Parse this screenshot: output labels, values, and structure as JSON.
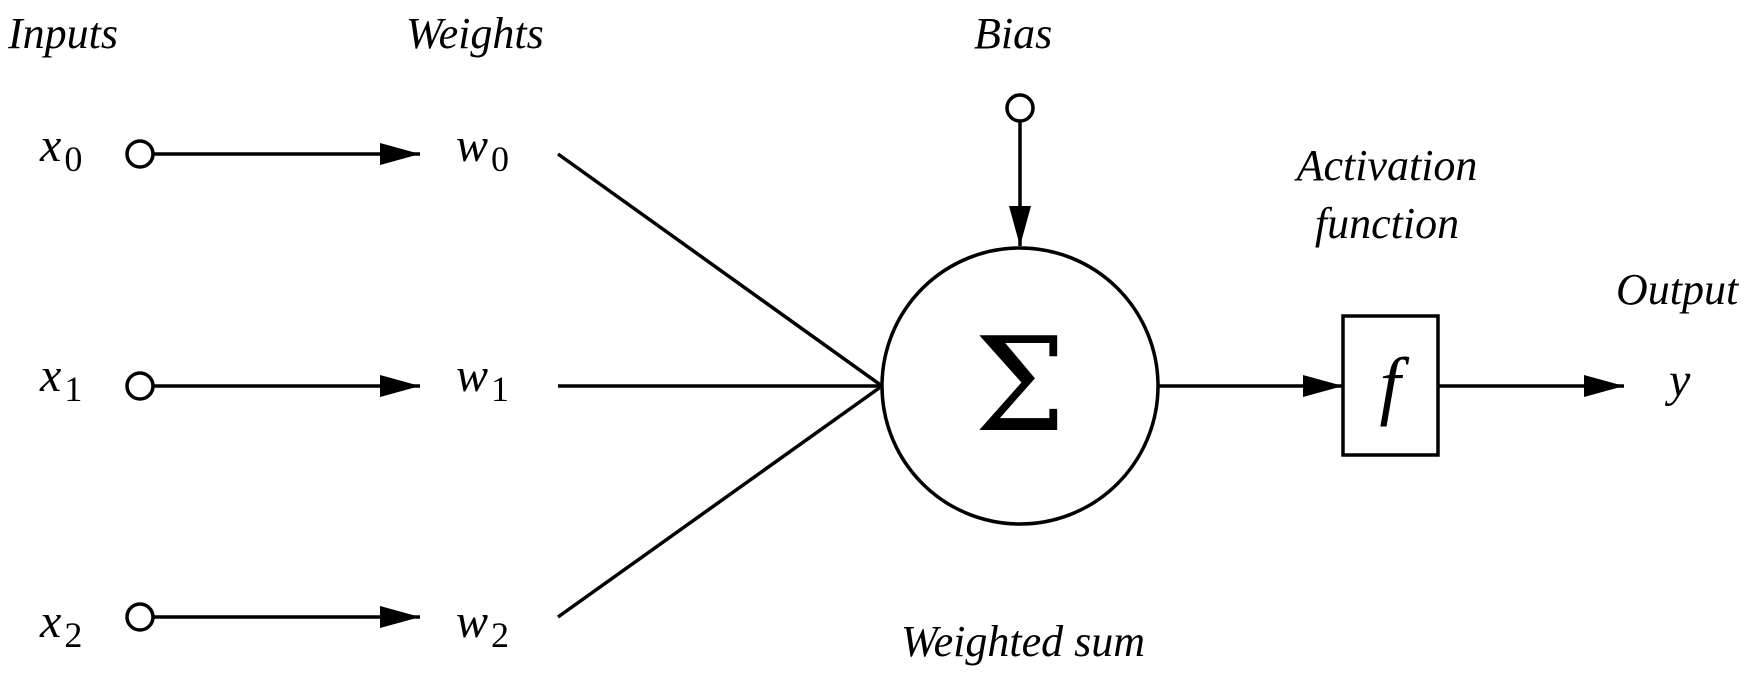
{
  "headers": {
    "inputs": "Inputs",
    "weights": "Weights",
    "bias": "Bias",
    "activation_line1": "Activation",
    "activation_line2": "function",
    "output": "Output",
    "weighted_sum": "Weighted sum"
  },
  "inputs": [
    {
      "base": "x",
      "sub": "0"
    },
    {
      "base": "x",
      "sub": "1"
    },
    {
      "base": "x",
      "sub": "2"
    }
  ],
  "weights": [
    {
      "base": "w",
      "sub": "0"
    },
    {
      "base": "w",
      "sub": "1"
    },
    {
      "base": "w",
      "sub": "2"
    }
  ],
  "summation_symbol": "Σ",
  "activation_symbol": "f",
  "output_symbol": "y"
}
